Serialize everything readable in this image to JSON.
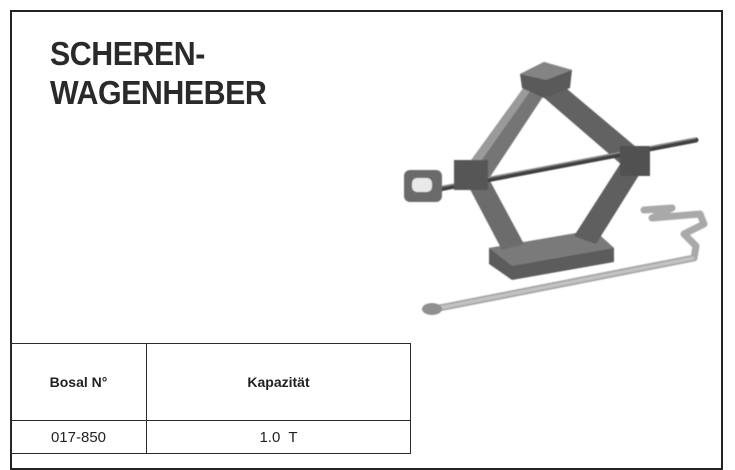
{
  "title": {
    "line1": "SCHEREN-",
    "line2": "WAGENHEBER"
  },
  "image": {
    "subject": "scissor-jack-with-crank-handle",
    "colors": {
      "body": "#6e6e6e",
      "shadow": "#4a4a4a",
      "highlight": "#9c9c9c"
    }
  },
  "spec_table": {
    "headers": [
      "Bosal N°",
      "Kapazität"
    ],
    "rows": [
      [
        "017-850",
        "1.0  T"
      ]
    ]
  }
}
